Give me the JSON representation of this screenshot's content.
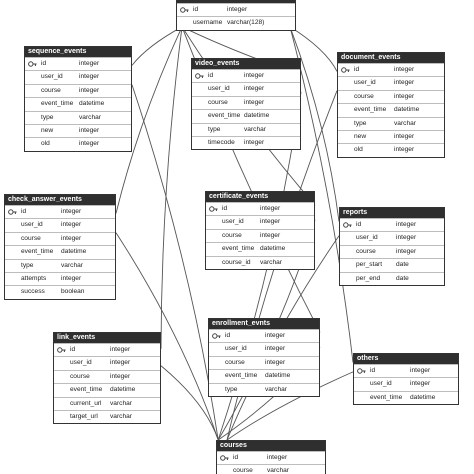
{
  "tables": [
    {
      "id": "users",
      "title": "",
      "columns": [
        {
          "name": "id",
          "type": "integer",
          "key": true
        },
        {
          "name": "username",
          "type": "varchar(128)"
        }
      ]
    },
    {
      "id": "sequence_events",
      "title": "sequence_events",
      "columns": [
        {
          "name": "id",
          "type": "integer",
          "key": true
        },
        {
          "name": "user_id",
          "type": "integer"
        },
        {
          "name": "course",
          "type": "integer"
        },
        {
          "name": "event_time",
          "type": "datetime"
        },
        {
          "name": "type",
          "type": "varchar"
        },
        {
          "name": "new",
          "type": "integer"
        },
        {
          "name": "old",
          "type": "integer"
        }
      ]
    },
    {
      "id": "video_events",
      "title": "video_events",
      "columns": [
        {
          "name": "id",
          "type": "integer",
          "key": true
        },
        {
          "name": "user_id",
          "type": "integer"
        },
        {
          "name": "course",
          "type": "integer"
        },
        {
          "name": "event_time",
          "type": "datetime"
        },
        {
          "name": "type",
          "type": "varchar"
        },
        {
          "name": "timecode",
          "type": "integer"
        }
      ]
    },
    {
      "id": "document_events",
      "title": "document_events",
      "columns": [
        {
          "name": "id",
          "type": "integer",
          "key": true
        },
        {
          "name": "user_id",
          "type": "integer"
        },
        {
          "name": "course",
          "type": "integer"
        },
        {
          "name": "event_time",
          "type": "datetime"
        },
        {
          "name": "type",
          "type": "varchar"
        },
        {
          "name": "new",
          "type": "integer"
        },
        {
          "name": "old",
          "type": "integer"
        }
      ]
    },
    {
      "id": "check_answer_events",
      "title": "check_answer_events",
      "columns": [
        {
          "name": "id",
          "type": "integer",
          "key": true
        },
        {
          "name": "user_id",
          "type": "integer"
        },
        {
          "name": "course",
          "type": "integer"
        },
        {
          "name": "event_time",
          "type": "datetime"
        },
        {
          "name": "type",
          "type": "varchar"
        },
        {
          "name": "attempts",
          "type": "integer"
        },
        {
          "name": "success",
          "type": "boolean"
        }
      ]
    },
    {
      "id": "certificate_events",
      "title": "certificate_events",
      "columns": [
        {
          "name": "id",
          "type": "integer",
          "key": true
        },
        {
          "name": "user_id",
          "type": "integer"
        },
        {
          "name": "course",
          "type": "integer"
        },
        {
          "name": "event_time",
          "type": "datetime"
        },
        {
          "name": "course_id",
          "type": "varchar"
        }
      ]
    },
    {
      "id": "reports",
      "title": "reports",
      "columns": [
        {
          "name": "id",
          "type": "integer",
          "key": true
        },
        {
          "name": "user_id",
          "type": "integer"
        },
        {
          "name": "course",
          "type": "integer"
        },
        {
          "name": "per_start",
          "type": "date"
        },
        {
          "name": "per_end",
          "type": "date"
        }
      ]
    },
    {
      "id": "link_events",
      "title": "link_events",
      "columns": [
        {
          "name": "id",
          "type": "integer",
          "key": true
        },
        {
          "name": "user_id",
          "type": "integer"
        },
        {
          "name": "course",
          "type": "integer"
        },
        {
          "name": "event_time",
          "type": "datetime"
        },
        {
          "name": "current_url",
          "type": "varchar"
        },
        {
          "name": "target_url",
          "type": "varchar"
        }
      ]
    },
    {
      "id": "enrollment_evnts",
      "title": "enrollment_evnts",
      "columns": [
        {
          "name": "id",
          "type": "integer",
          "key": true
        },
        {
          "name": "user_id",
          "type": "integer"
        },
        {
          "name": "course",
          "type": "integer"
        },
        {
          "name": "event_time",
          "type": "datetime"
        },
        {
          "name": "type",
          "type": "varchar"
        }
      ]
    },
    {
      "id": "others",
      "title": "others",
      "columns": [
        {
          "name": "id",
          "type": "integer",
          "key": true
        },
        {
          "name": "user_id",
          "type": "integer"
        },
        {
          "name": "event_time",
          "type": "datetime"
        }
      ]
    },
    {
      "id": "courses",
      "title": "courses",
      "columns": [
        {
          "name": "id",
          "type": "integer",
          "key": true
        },
        {
          "name": "course",
          "type": "varchar"
        }
      ]
    }
  ],
  "colors": {
    "header": "#2f2f2f",
    "border": "#333333",
    "line": "#555555"
  }
}
